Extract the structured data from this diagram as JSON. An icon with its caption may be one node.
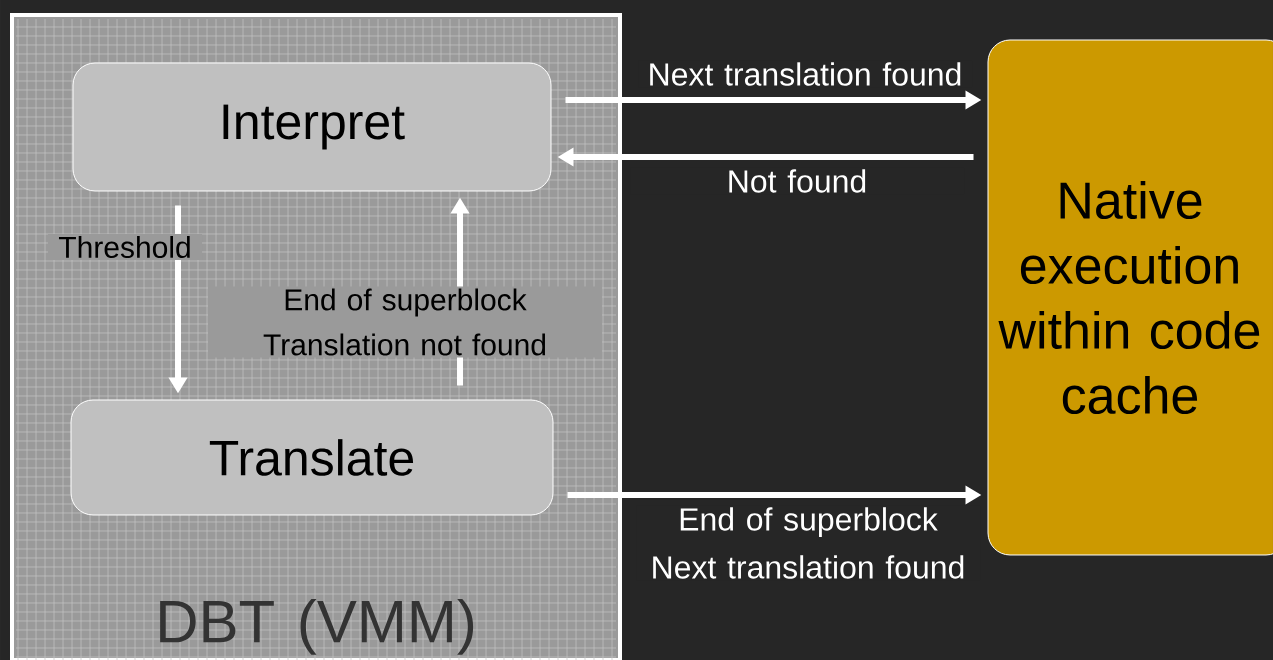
{
  "diagram": {
    "nodes": [
      {
        "text": [
          "DBT (VMM)"
        ]
      },
      {
        "text": [
          "Interpret"
        ],
        "in": 0
      },
      {
        "text": [
          "Translate"
        ],
        "in": 0
      },
      {
        "text": [
          "Native execution within code cache"
        ]
      }
    ],
    "edges": [
      {
        "from": 1,
        "to": 3,
        "arrow": "to",
        "label": "Next translation found"
      },
      {
        "from": 3,
        "to": 1,
        "arrow": "to",
        "label": "Not found"
      },
      {
        "from": 1,
        "to": 2,
        "arrow": "to",
        "label": "Threshold"
      },
      {
        "from": 2,
        "to": 1,
        "arrow": "to",
        "label": "End of superblock Translation not found"
      },
      {
        "from": 2,
        "to": 3,
        "arrow": "to",
        "label": "End of superblock Next translation found"
      }
    ]
  }
}
